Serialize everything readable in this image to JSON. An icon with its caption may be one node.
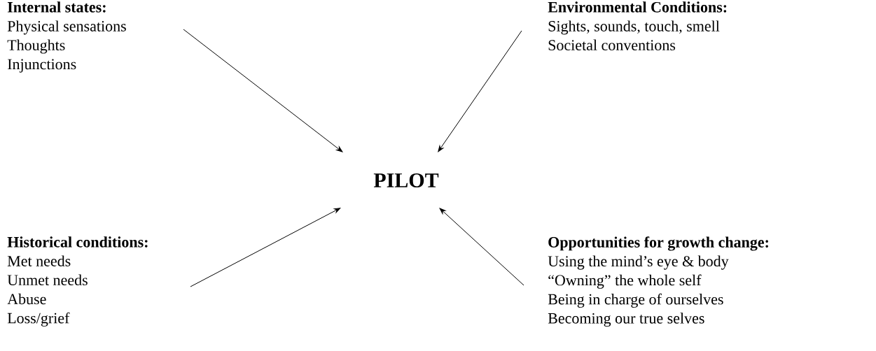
{
  "diagram": {
    "nodes": [
      {
        "text": [
          "Internal states:",
          "Physical sensations",
          "Thoughts",
          "Injunctions"
        ]
      },
      {
        "text": [
          "Environmental Conditions:",
          "Sights, sounds, touch, smell",
          "Societal conventions"
        ]
      },
      {
        "text": [
          "PILOT"
        ]
      },
      {
        "text": [
          "Historical conditions:",
          "Met needs",
          "Unmet needs",
          "Abuse",
          "Loss/grief"
        ]
      },
      {
        "text": [
          "Opportunities for growth change:",
          "Using the mind’s eye & body",
          "“Owning” the whole self",
          "Being in charge of ourselves",
          "Becoming our true selves"
        ]
      }
    ],
    "edges": [
      {
        "from": 0,
        "to": 2,
        "arrow": "to"
      },
      {
        "from": 1,
        "to": 2,
        "arrow": "to"
      },
      {
        "from": 3,
        "to": 2,
        "arrow": "to"
      },
      {
        "from": 4,
        "to": 2,
        "arrow": "to"
      }
    ]
  }
}
